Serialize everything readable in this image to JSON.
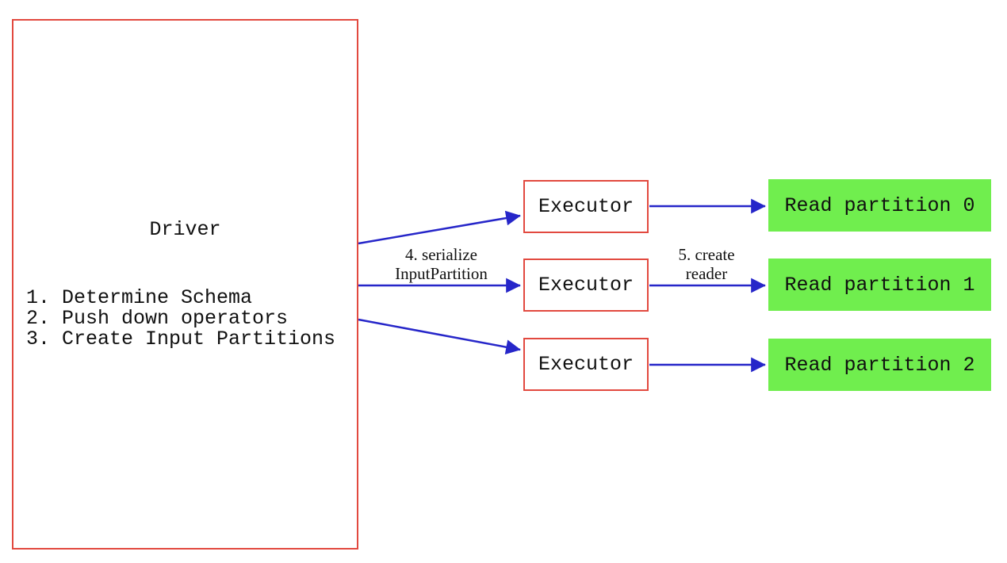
{
  "diagram": {
    "driver": {
      "title": "Driver",
      "steps": [
        "1. Determine Schema",
        "2. Push down operators",
        "3. Create Input Partitions"
      ]
    },
    "executors": [
      {
        "label": "Executor"
      },
      {
        "label": "Executor"
      },
      {
        "label": "Executor"
      }
    ],
    "partitions": [
      {
        "label": "Read partition 0"
      },
      {
        "label": "Read partition 1"
      },
      {
        "label": "Read partition 2"
      }
    ],
    "annotations": {
      "serialize": "4. serialize\nInputPartition",
      "create_reader": "5. create\nreader"
    },
    "colors": {
      "box_border_red": "#e2493f",
      "arrow_blue": "#2626c9",
      "partition_green": "#70ee4e",
      "text_black": "#101010",
      "background": "#ffffff"
    }
  }
}
